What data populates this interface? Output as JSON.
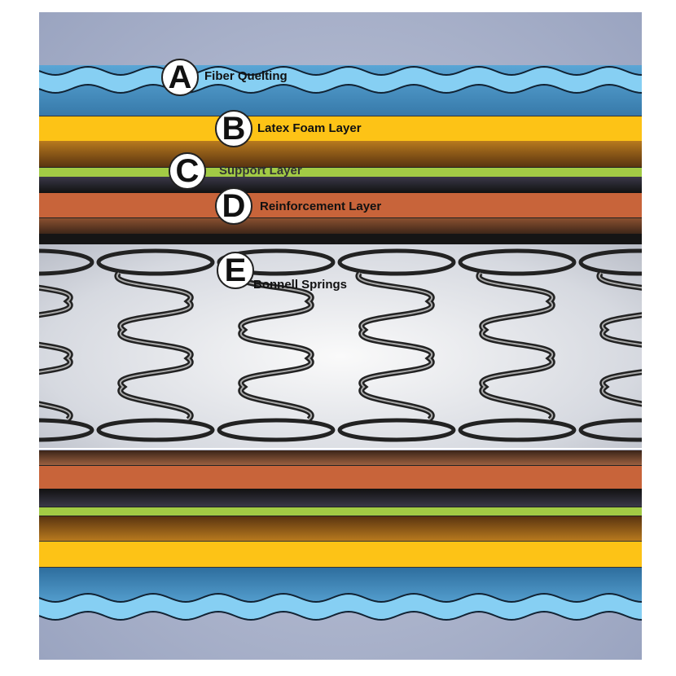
{
  "title": "Mattress layer cross-section",
  "layers": [
    {
      "letter": "A",
      "label": "Fiber Quelting"
    },
    {
      "letter": "B",
      "label": "Latex Foam Layer"
    },
    {
      "letter": "C",
      "label": "Support Layer"
    },
    {
      "letter": "D",
      "label": "Reinforcement Layer"
    },
    {
      "letter": "E",
      "label": "Bonnell Springs"
    }
  ],
  "colors": {
    "quilting": "#86cff3",
    "blue": "#2f78a8",
    "latex": "#fdc316",
    "brown": "#8a5a1c",
    "green": "#a2cb45",
    "navy": "#23222e",
    "orange": "#c8643a"
  }
}
